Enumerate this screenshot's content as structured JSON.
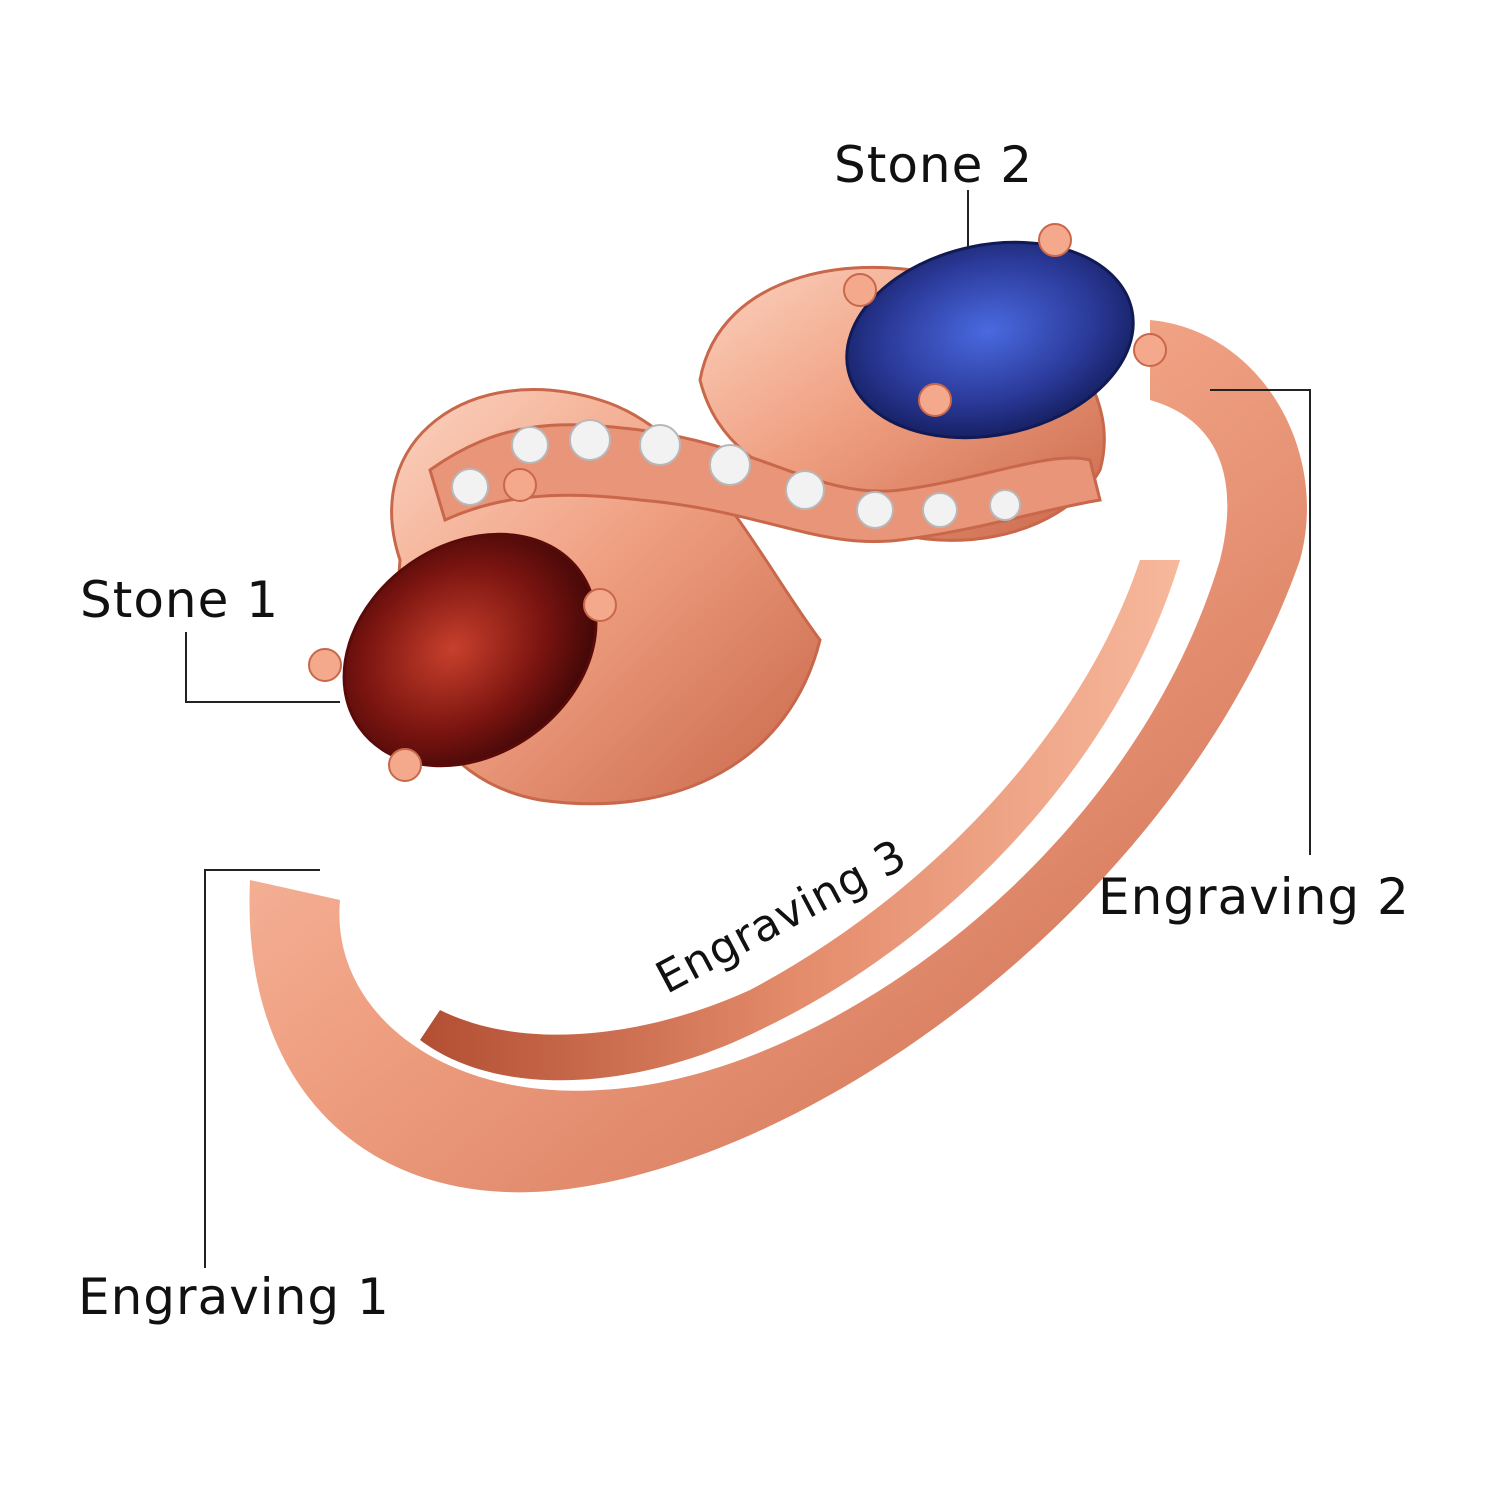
{
  "labels": {
    "stone_2": "Stone 2",
    "stone_1": "Stone 1",
    "engraving_1": "Engraving 1",
    "engraving_2": "Engraving 2",
    "engraving_3": "Engraving 3"
  },
  "colors": {
    "metal": "#f0a082",
    "metal_light": "#fbd3c0",
    "metal_dark": "#c9674a",
    "stone_1": "#7a1410",
    "stone_2": "#2b3a9a",
    "accent_stone": "#f2f2f2",
    "leader_line": "#222222",
    "text": "#111111"
  }
}
